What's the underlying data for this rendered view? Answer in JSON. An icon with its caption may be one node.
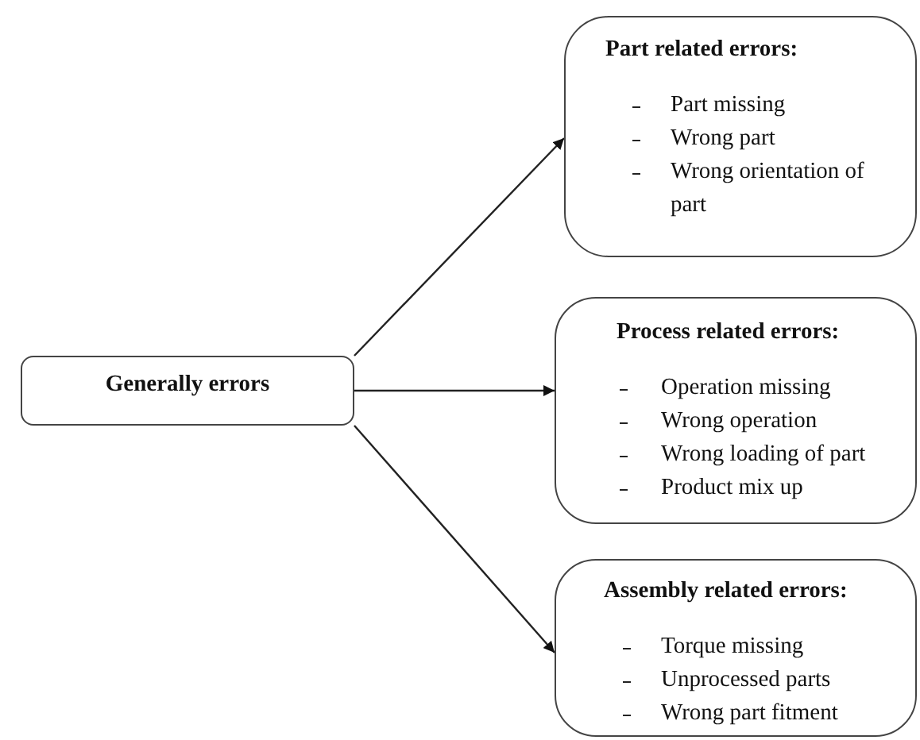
{
  "diagram": {
    "nodes": [
      {
        "text": [
          "Generally errors"
        ]
      },
      {
        "text": [
          "Part related errors:",
          "Part missing",
          "Wrong part",
          "Wrong orientation of part"
        ]
      },
      {
        "text": [
          "Process related errors:",
          "Operation missing",
          "Wrong operation",
          "Wrong loading of part",
          "Product mix up"
        ]
      },
      {
        "text": [
          "Assembly related errors:",
          "Torque missing",
          "Unprocessed parts",
          "Wrong part fitment"
        ]
      }
    ],
    "edges": [
      {
        "from": 0,
        "to": 1,
        "arrow": "to"
      },
      {
        "from": 0,
        "to": 2,
        "arrow": "to"
      },
      {
        "from": 0,
        "to": 3,
        "arrow": "to"
      }
    ]
  }
}
